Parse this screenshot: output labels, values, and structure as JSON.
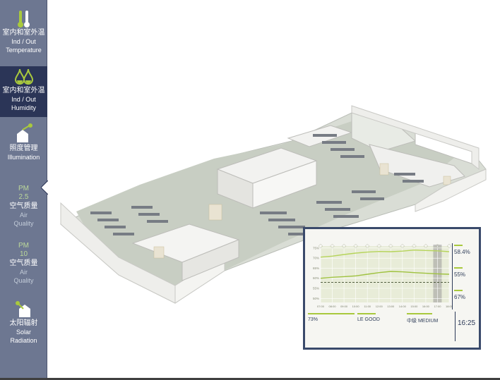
{
  "sidebar": {
    "items": [
      {
        "cn": "室内和室外温",
        "en1": "Ind / Out",
        "en2": "Temperature"
      },
      {
        "cn": "室内和室外温",
        "en1": "Ind / Out",
        "en2": "Humidity"
      },
      {
        "cn": "照度管理",
        "en1": "Illumination"
      },
      {
        "pm_top": "PM",
        "pm_num": "2.5",
        "cn": "空气质量",
        "en1": "Air",
        "en2": "Quality"
      },
      {
        "pm_top": "PM",
        "pm_num": "10",
        "cn": "空气质量",
        "en1": "Air",
        "en2": "Quality"
      },
      {
        "cn": "太阳辐射",
        "en1": "Solar",
        "en2": "Radiation"
      }
    ],
    "active_index": 1,
    "colors": {
      "background": "#6d7791",
      "active": "#2b3557",
      "icon_accent": "#a9c93d"
    }
  },
  "chart_panel": {
    "right_values": [
      "58.4%",
      "55%",
      "67%"
    ],
    "bottom": [
      {
        "value": "73%"
      },
      {
        "value": "LE GOOD"
      },
      {
        "value": "中级 MEDIUM"
      }
    ],
    "clock": "16:25",
    "chart_data": {
      "type": "line",
      "y_tick_labels": [
        "75%",
        "70%",
        "65%",
        "60%",
        "55%",
        "50%"
      ],
      "ylim": [
        48,
        76
      ],
      "x_tick_labels": [
        "07:00",
        "08:00",
        "09:00",
        "10:00",
        "11:00",
        "12:00",
        "13:00",
        "14:00",
        "15:00",
        "16:00",
        "17:00",
        "18:00"
      ],
      "series": [
        {
          "values": [
            70.5,
            71,
            71.8,
            72.5,
            73,
            73.3,
            73.2,
            73.5,
            74,
            73.8,
            73.6,
            73.2
          ]
        },
        {
          "values": [
            60,
            60.5,
            60.8,
            61.2,
            62,
            62.8,
            63.4,
            63.2,
            62.8,
            62.5,
            62.2,
            62
          ]
        },
        {
          "values": [
            58,
            58,
            58,
            58,
            58,
            58,
            58,
            58,
            58,
            58,
            58,
            58
          ]
        }
      ],
      "highlight_index": 10,
      "grid": true
    }
  }
}
